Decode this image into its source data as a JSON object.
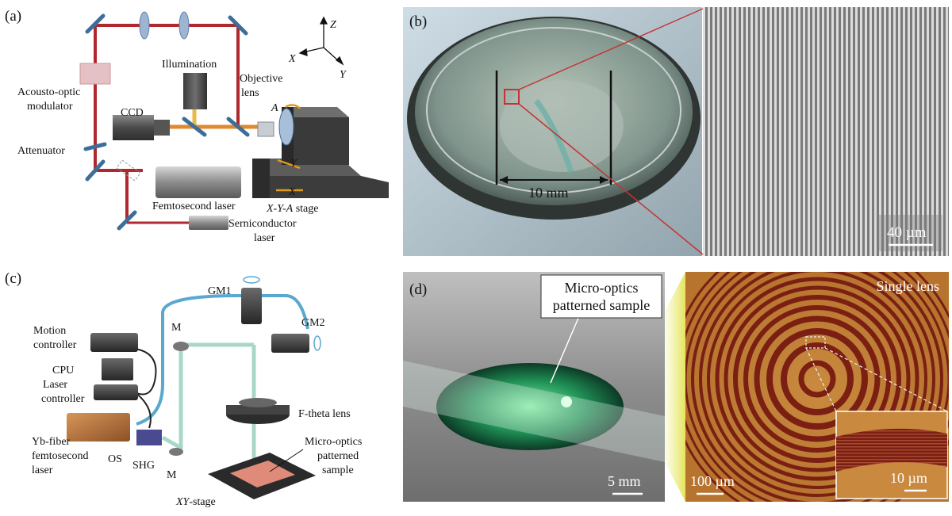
{
  "panels": {
    "a": {
      "label": "(a)",
      "labels": {
        "z": "Z",
        "x_axis": "X",
        "y_axis": "Y",
        "illumination": "Illumination",
        "objective_1": "Objective",
        "objective_2": "lens",
        "acousto_1": "Acousto-optic",
        "acousto_2": "modulator",
        "ccd": "CCD",
        "attenuator": "Attenuator",
        "rot_a": "A",
        "stage_y": "Y",
        "stage_x": "X",
        "femto": "Femtosecond laser",
        "xya_stage_italic": "X-Y-A",
        "xya_stage_rest": " stage",
        "semi_1": "Serniconductor",
        "semi_2": "laser"
      }
    },
    "b": {
      "label": "(b)",
      "scale_10mm": "10 mm",
      "scale_40um": "40 µm"
    },
    "c": {
      "label": "(c)",
      "labels": {
        "gm1": "GM1",
        "gm2": "GM2",
        "m_top": "M",
        "m_bottom": "M",
        "motion_1": "Motion",
        "motion_2": "controller",
        "cpu": "CPU",
        "laserctl_1": "Laser",
        "laserctl_2": "controller",
        "yb_1": "Yb-fiber",
        "yb_2": "femtosecond",
        "yb_3": "laser",
        "os": "OS",
        "shg": "SHG",
        "ftheta": "F-theta lens",
        "mops_1": "Micro-optics",
        "mops_2": "patterned",
        "mops_3": "sample",
        "xystage_italic": "XY",
        "xystage_rest": "-stage"
      }
    },
    "d": {
      "label": "(d)",
      "callout_1": "Micro-optics",
      "callout_2": "patterned sample",
      "single_lens": "Single lens",
      "scale_5mm": "5 mm",
      "scale_100um": "100 µm",
      "scale_10um": "10 µm"
    }
  },
  "colors": {
    "beam_red": "#b0282e",
    "beam_green": "#9fd4bf",
    "beam_blue": "#5aa8cf",
    "beam_orange": "#e08a2e",
    "lens_blue": "#7d97b8",
    "lens_fill": "#9db5d2",
    "stage_dark": "#3a3a3a",
    "ring_dark": "#7a1f12",
    "ring_light": "#c9893f",
    "callout_line": "#c33535"
  }
}
